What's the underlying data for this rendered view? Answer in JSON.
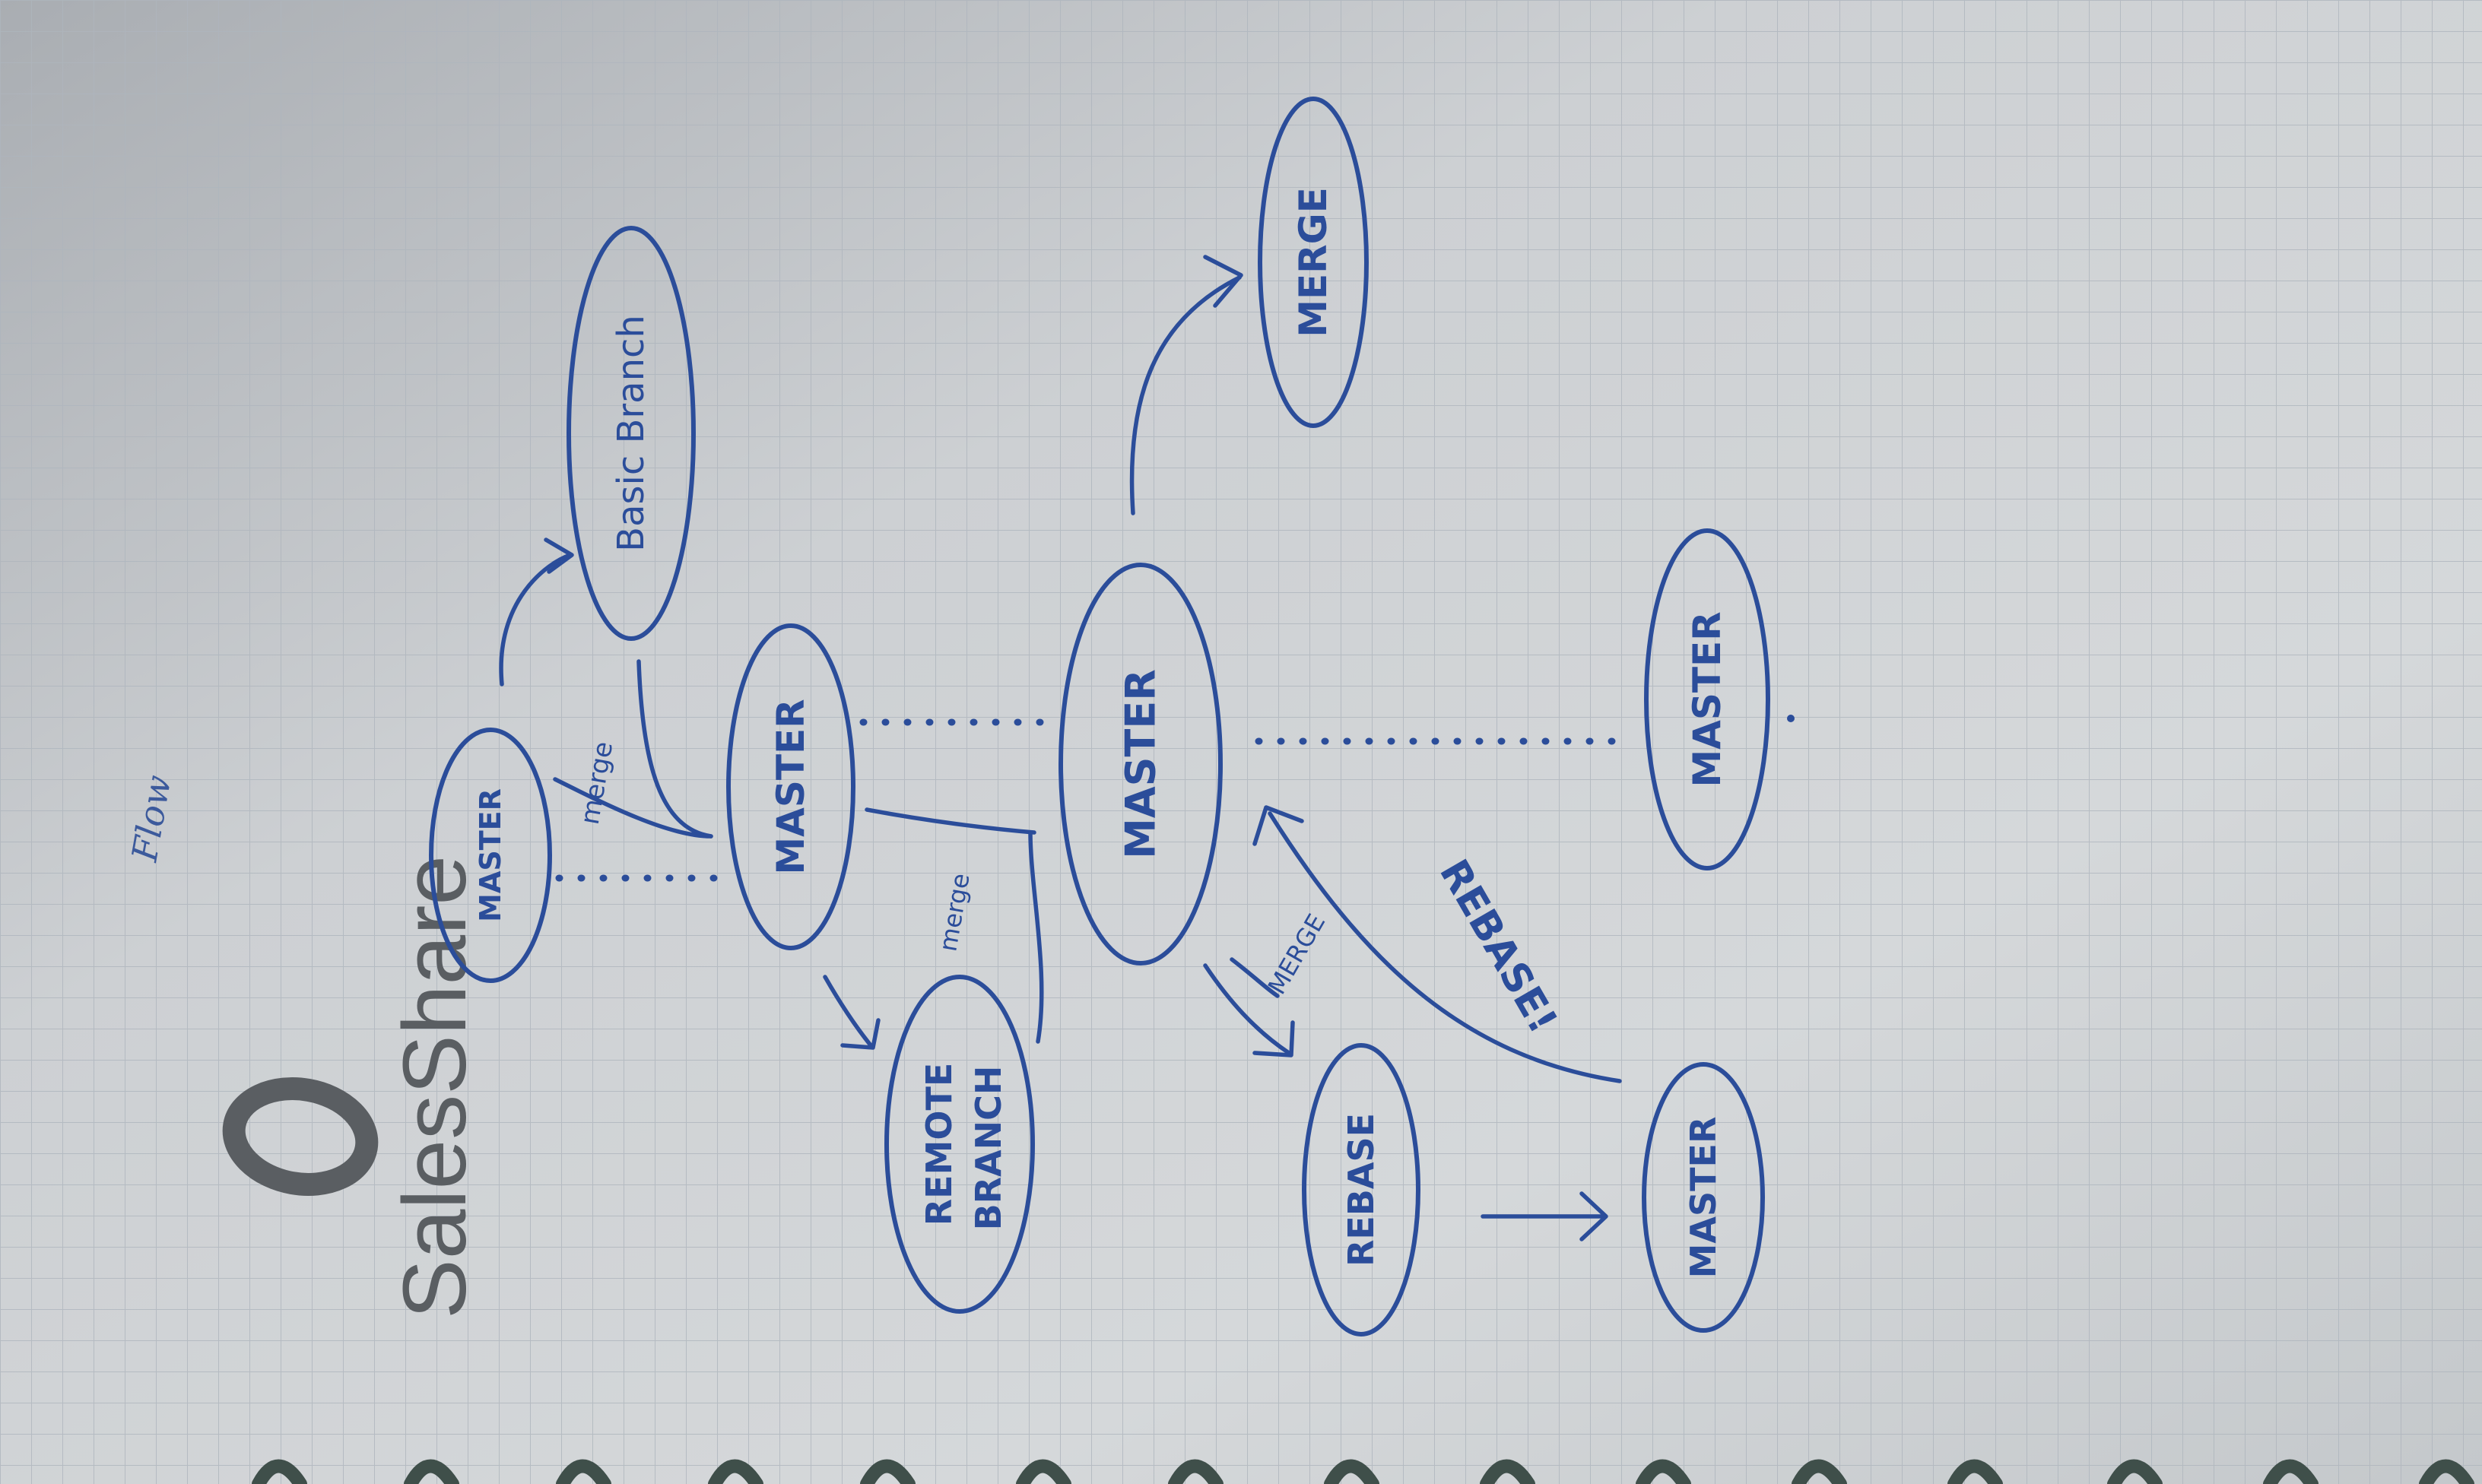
{
  "page": {
    "handwritten_note": "Flow",
    "logo": {
      "text": "SalesShare"
    }
  },
  "diagram": {
    "nodes": {
      "master_1": "MASTER",
      "basic_branch": "Basic Branch",
      "master_2": "MASTER",
      "remote_branch_line1": "REMOTE",
      "remote_branch_line2": "BRANCH",
      "master_3": "MASTER",
      "merge": "MERGE",
      "rebase": "REBASE",
      "master_4": "MASTER",
      "master_5": "MASTER"
    },
    "edge_labels": {
      "merge_1": "merge",
      "merge_2": "merge",
      "merge_3": "MERGE",
      "rebase": "REBASE!"
    }
  },
  "colors": {
    "ink": "#2b4d9a",
    "paper": "#d0d3d6",
    "grid": "#aeb5bd",
    "logo": "#5a5e62"
  }
}
